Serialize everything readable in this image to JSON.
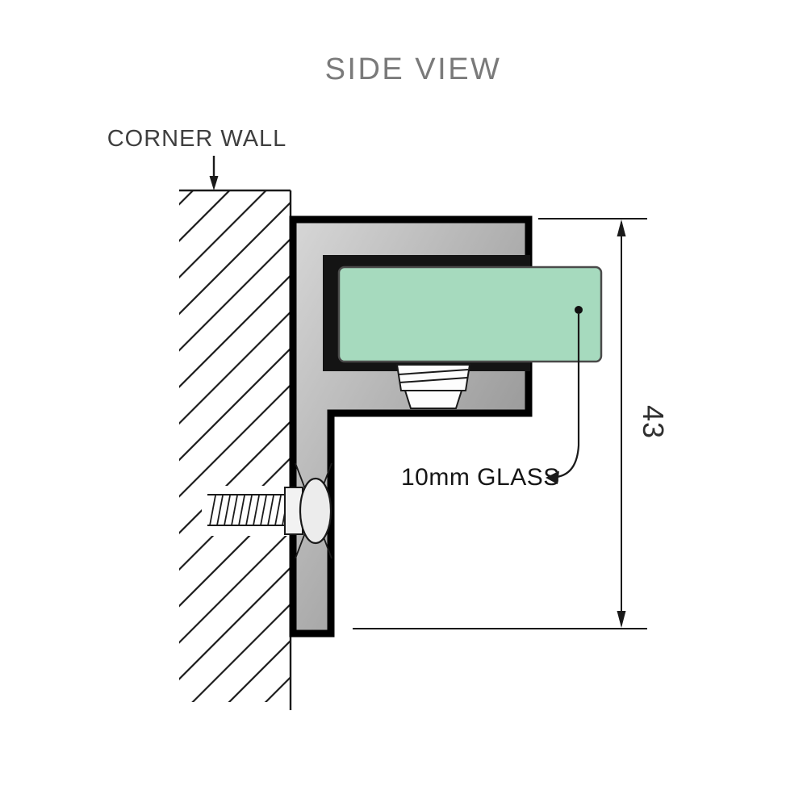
{
  "title": "SIDE VIEW",
  "wall": {
    "label": "CORNER WALL"
  },
  "glass": {
    "label": "10mm GLASS"
  },
  "dimension": {
    "value": "43"
  },
  "colors": {
    "background": "#ffffff",
    "line": "#1a1a1a",
    "bracket_outline": "#000000",
    "metal_light": "#d7d7d7",
    "metal_dark": "#858585",
    "channel_black": "#141414",
    "glass_fill": "#a6dabe",
    "glass_stroke": "#4a4a4a",
    "title_text": "#7a7a7a",
    "wall_label_text": "#3f3f3f",
    "glass_label_text": "#161616",
    "dimension_text": "#2f2f2f"
  }
}
